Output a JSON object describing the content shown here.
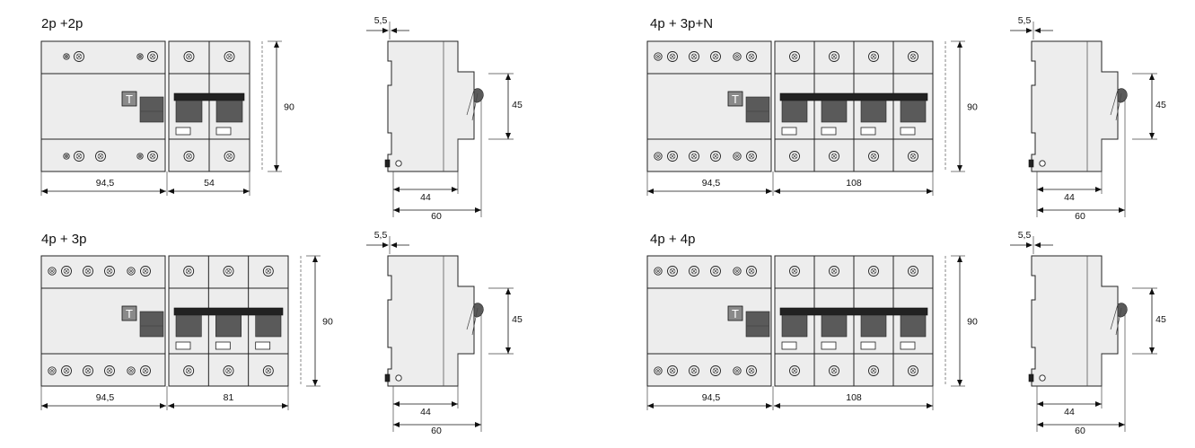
{
  "variants": [
    {
      "title": "2p +2p",
      "width_rcd": "94,5",
      "width_mcb": "54",
      "height": "90",
      "poles": 2,
      "screws": "2p2p"
    },
    {
      "title": "4p + 3p+N",
      "width_rcd": "94,5",
      "width_mcb": "108",
      "height": "90",
      "poles": 4,
      "screws": "4p"
    },
    {
      "title": "4p + 3p",
      "width_rcd": "94,5",
      "width_mcb": "81",
      "height": "90",
      "poles": 3,
      "screws": "4p"
    },
    {
      "title": "4p + 4p",
      "width_rcd": "94,5",
      "width_mcb": "108",
      "height": "90",
      "poles": 4,
      "screws": "4p"
    }
  ],
  "side_view": {
    "offset": "5,5",
    "rail": "45",
    "depth_inner": "44",
    "depth_total": "60"
  },
  "test_button": "T"
}
